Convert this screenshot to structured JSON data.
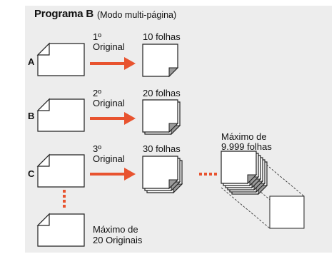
{
  "title": {
    "main": "Programa B",
    "sub": "(Modo multi-página)"
  },
  "rows": [
    {
      "label": "A",
      "original_line1": "1º",
      "original_line2": "Original",
      "output": "10 folhas"
    },
    {
      "label": "B",
      "original_line1": "2º",
      "original_line2": "Original",
      "output": "20 folhas"
    },
    {
      "label": "C",
      "original_line1": "3º",
      "original_line2": "Original",
      "output": "30 folhas"
    }
  ],
  "max_output": {
    "line1": "Máximo de",
    "line2": "9.999 folhas"
  },
  "max_originals": {
    "line1": "Máximo de",
    "line2": "20 Originais"
  },
  "colors": {
    "panel": "#ededed",
    "arrow": "#e8532f",
    "page_fill": "#ffffff",
    "page_stroke": "#222222",
    "fold_fill": "#9a9a9a"
  },
  "icons": [
    "document-icon",
    "stacked-pages-icon",
    "arrow-right-icon",
    "dotted-connector"
  ]
}
